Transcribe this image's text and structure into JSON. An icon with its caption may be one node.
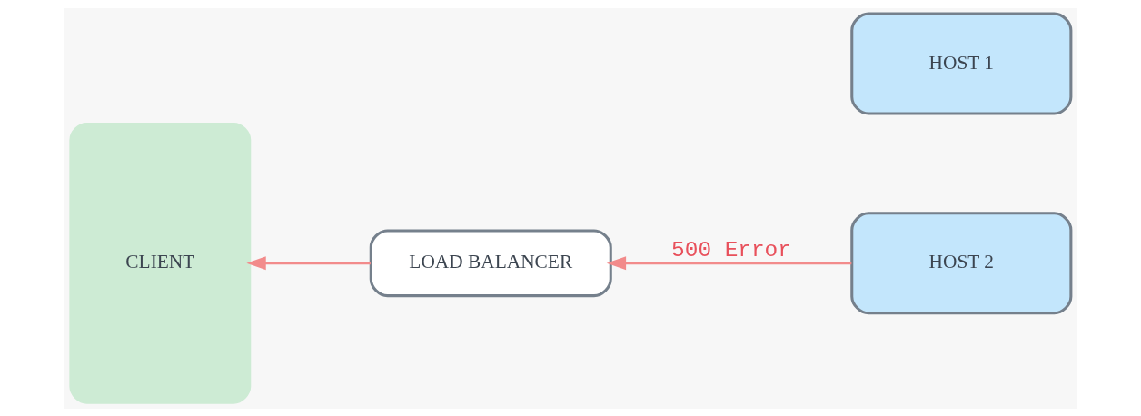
{
  "diagram": {
    "nodes": [
      {
        "text": [
          "CLIENT"
        ]
      },
      {
        "text": [
          "LOAD BALANCER"
        ]
      },
      {
        "text": [
          "HOST 1"
        ]
      },
      {
        "text": [
          "HOST 2"
        ]
      }
    ],
    "edges": [
      {
        "from": 1,
        "to": 0,
        "arrow": "to",
        "color": "#f28b8b"
      },
      {
        "from": 3,
        "to": 1,
        "arrow": "to",
        "label": "500 Error",
        "color": "#f28b8b"
      }
    ]
  }
}
